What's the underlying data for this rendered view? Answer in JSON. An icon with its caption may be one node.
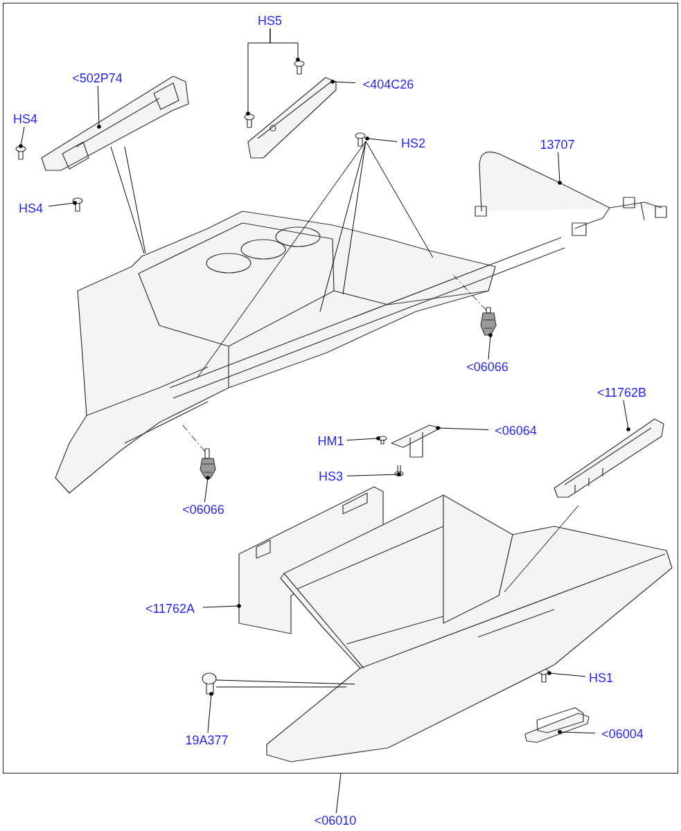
{
  "diagram": {
    "nodes": [
      {
        "text": [],
        "shape": "box"
      },
      {
        "text": [
          "HS5"
        ],
        "in": 0
      },
      {
        "text": [],
        "shape": "picture",
        "in": 0
      },
      {
        "text": [],
        "shape": "picture",
        "in": 0
      },
      {
        "text": [
          "<502P74"
        ],
        "in": 0
      },
      {
        "text": [],
        "shape": "picture",
        "in": 0
      },
      {
        "text": [
          "<404C26"
        ],
        "in": 0
      },
      {
        "text": [],
        "shape": "picture",
        "in": 0
      },
      {
        "text": [
          "HS4"
        ],
        "in": 0
      },
      {
        "text": [],
        "shape": "picture",
        "in": 0
      },
      {
        "text": [
          "HS4"
        ],
        "in": 0
      },
      {
        "text": [],
        "shape": "picture",
        "in": 0
      },
      {
        "text": [
          "HS2"
        ],
        "in": 0
      },
      {
        "text": [],
        "shape": "picture",
        "in": 0
      },
      {
        "text": [],
        "shape": "picture",
        "in": 0
      },
      {
        "text": [
          "13707"
        ],
        "in": 0
      },
      {
        "text": [],
        "shape": "picture",
        "in": 0
      },
      {
        "text": [
          "<06066"
        ],
        "in": 0
      },
      {
        "text": [],
        "shape": "picture",
        "in": 0
      },
      {
        "text": [
          "<06066"
        ],
        "in": 0
      },
      {
        "text": [],
        "shape": "picture",
        "in": 0
      },
      {
        "text": [
          "<11762B"
        ],
        "in": 0
      },
      {
        "text": [],
        "shape": "picture",
        "in": 0
      },
      {
        "text": [
          "<06064"
        ],
        "in": 0
      },
      {
        "text": [],
        "shape": "picture",
        "in": 0
      },
      {
        "text": [
          "HM1"
        ],
        "in": 0
      },
      {
        "text": [],
        "shape": "picture",
        "in": 0
      },
      {
        "text": [
          "HS3"
        ],
        "in": 0
      },
      {
        "text": [],
        "shape": "picture",
        "in": 0
      },
      {
        "text": [
          "<11762A"
        ],
        "in": 0
      },
      {
        "text": [],
        "shape": "picture",
        "in": 0
      },
      {
        "text": [
          "19A377"
        ],
        "in": 0
      },
      {
        "text": [],
        "shape": "picture",
        "in": 0
      },
      {
        "text": [
          "HS1"
        ],
        "in": 0
      },
      {
        "text": [],
        "shape": "picture",
        "in": 0
      },
      {
        "text": [
          "<06004"
        ],
        "in": 0
      },
      {
        "text": [],
        "shape": "picture",
        "in": 0
      },
      {
        "text": [],
        "shape": "picture",
        "in": 0
      },
      {
        "text": [
          "<06010"
        ]
      }
    ],
    "edges": [
      {
        "from": 1,
        "to": 2,
        "arrow": "other"
      },
      {
        "from": 1,
        "to": 3,
        "arrow": "other"
      },
      {
        "from": 4,
        "to": 5,
        "arrow": "other"
      },
      {
        "from": 6,
        "to": 7,
        "arrow": "other"
      },
      {
        "from": 8,
        "to": 9,
        "arrow": "other"
      },
      {
        "from": 10,
        "to": 11,
        "arrow": "other"
      },
      {
        "from": 12,
        "to": 13,
        "arrow": "other"
      },
      {
        "from": 13,
        "to": 14,
        "arrow": "none"
      },
      {
        "from": 13,
        "to": 14,
        "arrow": "none"
      },
      {
        "from": 13,
        "to": 14,
        "arrow": "none"
      },
      {
        "from": 13,
        "to": 14,
        "arrow": "none"
      },
      {
        "from": 5,
        "to": 14,
        "arrow": "none"
      },
      {
        "from": 5,
        "to": 14,
        "arrow": "none"
      },
      {
        "from": 15,
        "to": 16,
        "arrow": "other"
      },
      {
        "from": 18,
        "to": 14,
        "arrow": "none",
        "style": "dashed"
      },
      {
        "from": 17,
        "to": 18,
        "arrow": "other"
      },
      {
        "from": 20,
        "to": 14,
        "arrow": "none",
        "style": "dashed"
      },
      {
        "from": 19,
        "to": 20,
        "arrow": "other"
      },
      {
        "from": 21,
        "to": 22,
        "arrow": "other"
      },
      {
        "from": 22,
        "to": 37,
        "arrow": "none"
      },
      {
        "from": 23,
        "to": 24,
        "arrow": "other"
      },
      {
        "from": 25,
        "to": 26,
        "arrow": "other"
      },
      {
        "from": 27,
        "to": 28,
        "arrow": "other"
      },
      {
        "from": 29,
        "to": 30,
        "arrow": "other"
      },
      {
        "from": 31,
        "to": 32,
        "arrow": "other"
      },
      {
        "from": 32,
        "to": 37,
        "arrow": "none"
      },
      {
        "from": 32,
        "to": 37,
        "arrow": "none"
      },
      {
        "from": 33,
        "to": 34,
        "arrow": "other"
      },
      {
        "from": 35,
        "to": 36,
        "arrow": "other"
      },
      {
        "from": 38,
        "to": 0,
        "arrow": "none"
      }
    ]
  }
}
